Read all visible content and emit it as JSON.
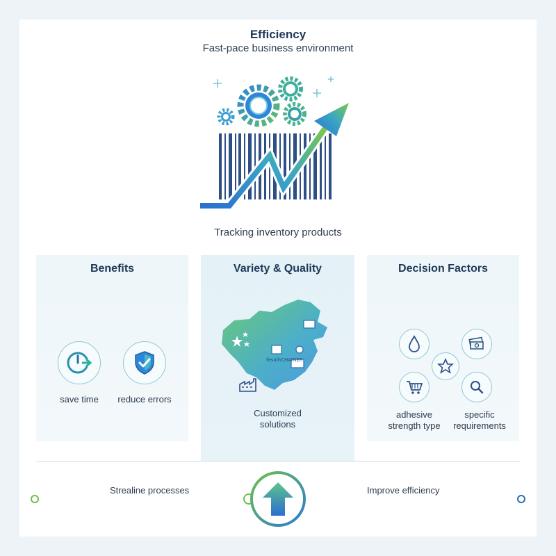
{
  "header": {
    "title": "Efficiency",
    "subtitle": "Fast-pace business environment"
  },
  "hero": {
    "caption": "Tracking inventory products",
    "icons": [
      "gear-icon",
      "barcode-icon",
      "growth-arrow-icon",
      "sparkle-icon"
    ]
  },
  "panels": {
    "benefits": {
      "title": "Benefits",
      "items": [
        {
          "label": "save time",
          "icon": "clock-arrow-icon"
        },
        {
          "label": "reduce errors",
          "icon": "shield-check-icon"
        }
      ]
    },
    "variety": {
      "title": "Variety & Quality",
      "caption_line1": "Customized",
      "caption_line2": "solutions",
      "map_label": "fesalhCHAINER",
      "icons": [
        "china-map-icon",
        "factory-icon",
        "star-icon"
      ]
    },
    "decision": {
      "title": "Decision Factors",
      "items": [
        {
          "label_line1": "adhesive",
          "label_line2": "strength type",
          "icon": "drop-icon"
        },
        {
          "label_line1": "specific",
          "label_line2": "requirements",
          "icon": "magnifier-icon"
        }
      ],
      "extra_icons": [
        "money-stack-icon",
        "star-icon",
        "cart-icon"
      ]
    }
  },
  "timeline": {
    "left_label": "Strealine processes",
    "right_label": "Improve efficiency",
    "center_icon": "up-arrow-icon"
  },
  "colors": {
    "accent_blue": "#2a7bd4",
    "accent_green": "#6cc04a",
    "teal": "#3aa7b7",
    "panel_bg": "#eef6f9"
  }
}
